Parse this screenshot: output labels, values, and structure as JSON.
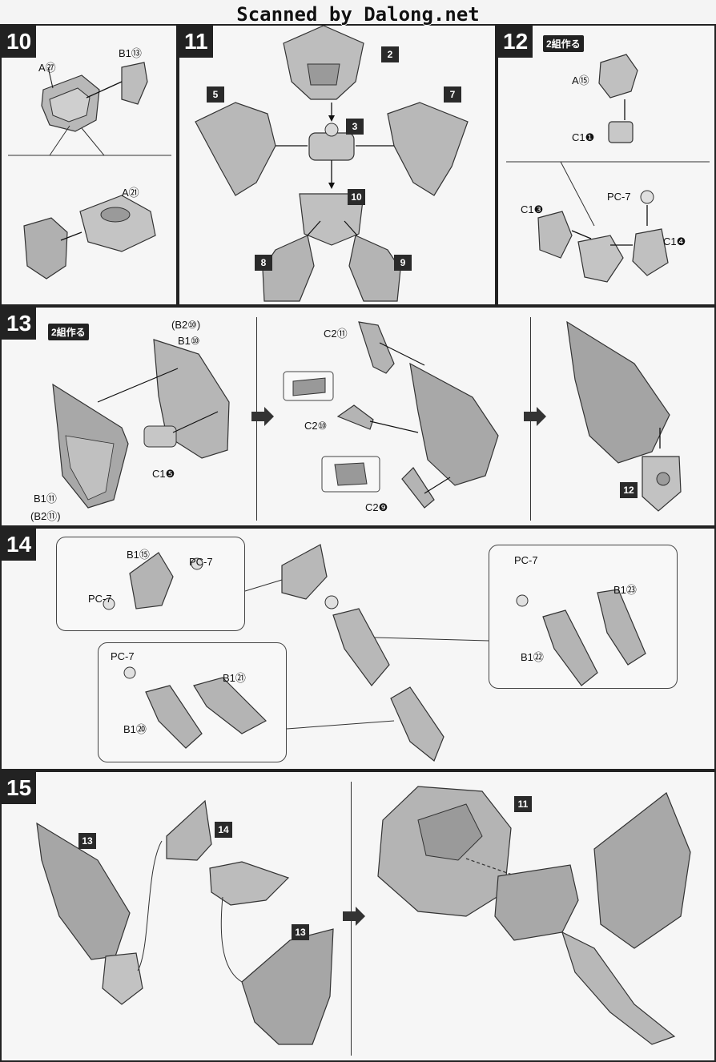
{
  "watermark": "Scanned by Dalong.net",
  "steps": {
    "s10": {
      "number": "10",
      "labels": {
        "a27": "A㉗",
        "b1_13": "B1⑬",
        "a21": "A㉑"
      }
    },
    "s11": {
      "number": "11",
      "parts": {
        "p2": "2",
        "p3": "3",
        "p5": "5",
        "p7": "7",
        "p8": "8",
        "p9": "9",
        "p10": "10"
      }
    },
    "s12": {
      "number": "12",
      "badge": "2組作る",
      "labels": {
        "a15": "A⑮",
        "c1_1": "C1❶",
        "c1_3": "C1❸",
        "pc7": "PC-7",
        "c1_4": "C1❹"
      }
    },
    "s13": {
      "number": "13",
      "badge": "2組作る",
      "labels": {
        "b2_10": "(B2⑩)",
        "b1_10": "B1⑩",
        "c1_5": "C1❺",
        "b1_11": "B1⑪",
        "b2_11": "(B2⑪)",
        "c2_11": "C2⑪",
        "c2_10": "C2⑩",
        "c2_9": "C2❾",
        "ref12": "12"
      }
    },
    "s14": {
      "number": "14",
      "labels": {
        "b1_15": "B1⑮",
        "pc7_a": "PC-7",
        "pc7_b": "PC-7",
        "pc7_c": "PC-7",
        "pc7_d": "PC-7",
        "b1_21": "B1㉑",
        "b1_20": "B1⑳",
        "b1_23": "B1㉓",
        "b1_22": "B1㉒"
      }
    },
    "s15": {
      "number": "15",
      "parts": {
        "p13a": "13",
        "p14": "14",
        "p13b": "13",
        "p11": "11"
      }
    }
  }
}
